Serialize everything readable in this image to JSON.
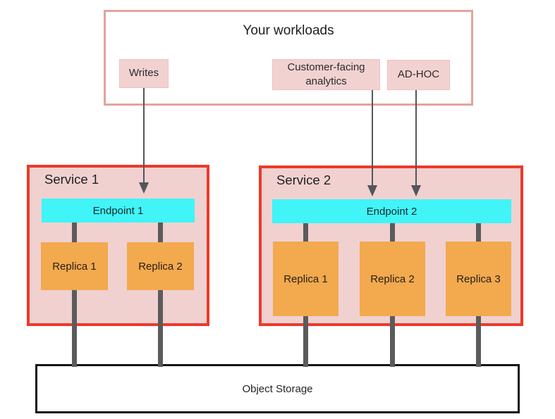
{
  "workloads": {
    "title": "Your workloads",
    "writes_label": "Writes",
    "analytics_label": "Customer-facing analytics",
    "adhoc_label": "AD-HOC"
  },
  "services": [
    {
      "name": "Service 1",
      "endpoint_label": "Endpoint 1",
      "replicas": [
        "Replica 1",
        "Replica 2"
      ]
    },
    {
      "name": "Service 2",
      "endpoint_label": "Endpoint 2",
      "replicas": [
        "Replica 1",
        "Replica 2",
        "Replica 3"
      ]
    }
  ],
  "storage": {
    "label": "Object Storage"
  },
  "colors": {
    "workloads_border": "#E4A39E",
    "chip_fill": "#F2D2D1",
    "service_border": "#ED392B",
    "service_fill": "#F0D1D0",
    "endpoint_fill": "#40F4F7",
    "replica_fill": "#F3A94E",
    "connector_gray": "#5B5B5B",
    "arrow_gray": "#53565A",
    "storage_border": "#141414"
  }
}
